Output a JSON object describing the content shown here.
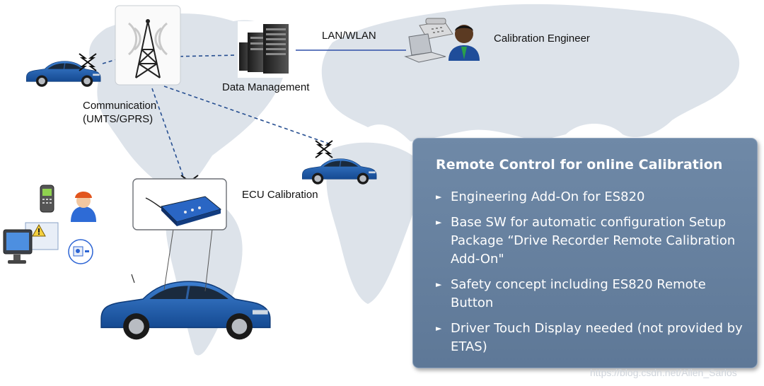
{
  "labels": {
    "communication_line1": "Communication",
    "communication_line2": "(UMTS/GPRS)",
    "data_management": "Data Management",
    "lan_wlan": "LAN/WLAN",
    "calibration_engineer": "Calibration Engineer",
    "ecu_calibration": "ECU Calibration"
  },
  "panel": {
    "title": "Remote Control for online Calibration",
    "bullet_symbol": "►",
    "bullets": [
      "Engineering Add-On for ES820",
      "Base SW for automatic configuration Setup Package “Drive Recorder Remote Calibration Add-On\"",
      "Safety concept including ES820 Remote Button",
      "Driver Touch Display needed (not provided by ETAS)"
    ]
  },
  "watermark": "https://blog.csdn.net/Allen_Sarlos",
  "colors": {
    "map": "#dde3ea",
    "panel": "#6a84a3",
    "car_blue": "#1d5eaf",
    "link_dashed": "#274f91",
    "link_solid": "#2e4fa8"
  },
  "icons": [
    "cell-tower-icon",
    "server-rack-icon",
    "desk-phone-icon",
    "laptop-icon",
    "engineer-avatar-icon",
    "car-icon",
    "ecu-module-icon",
    "mobile-phone-icon",
    "user-icon",
    "monitor-icon",
    "warning-icon",
    "remote-button-icon",
    "wireless-signal-icon"
  ]
}
